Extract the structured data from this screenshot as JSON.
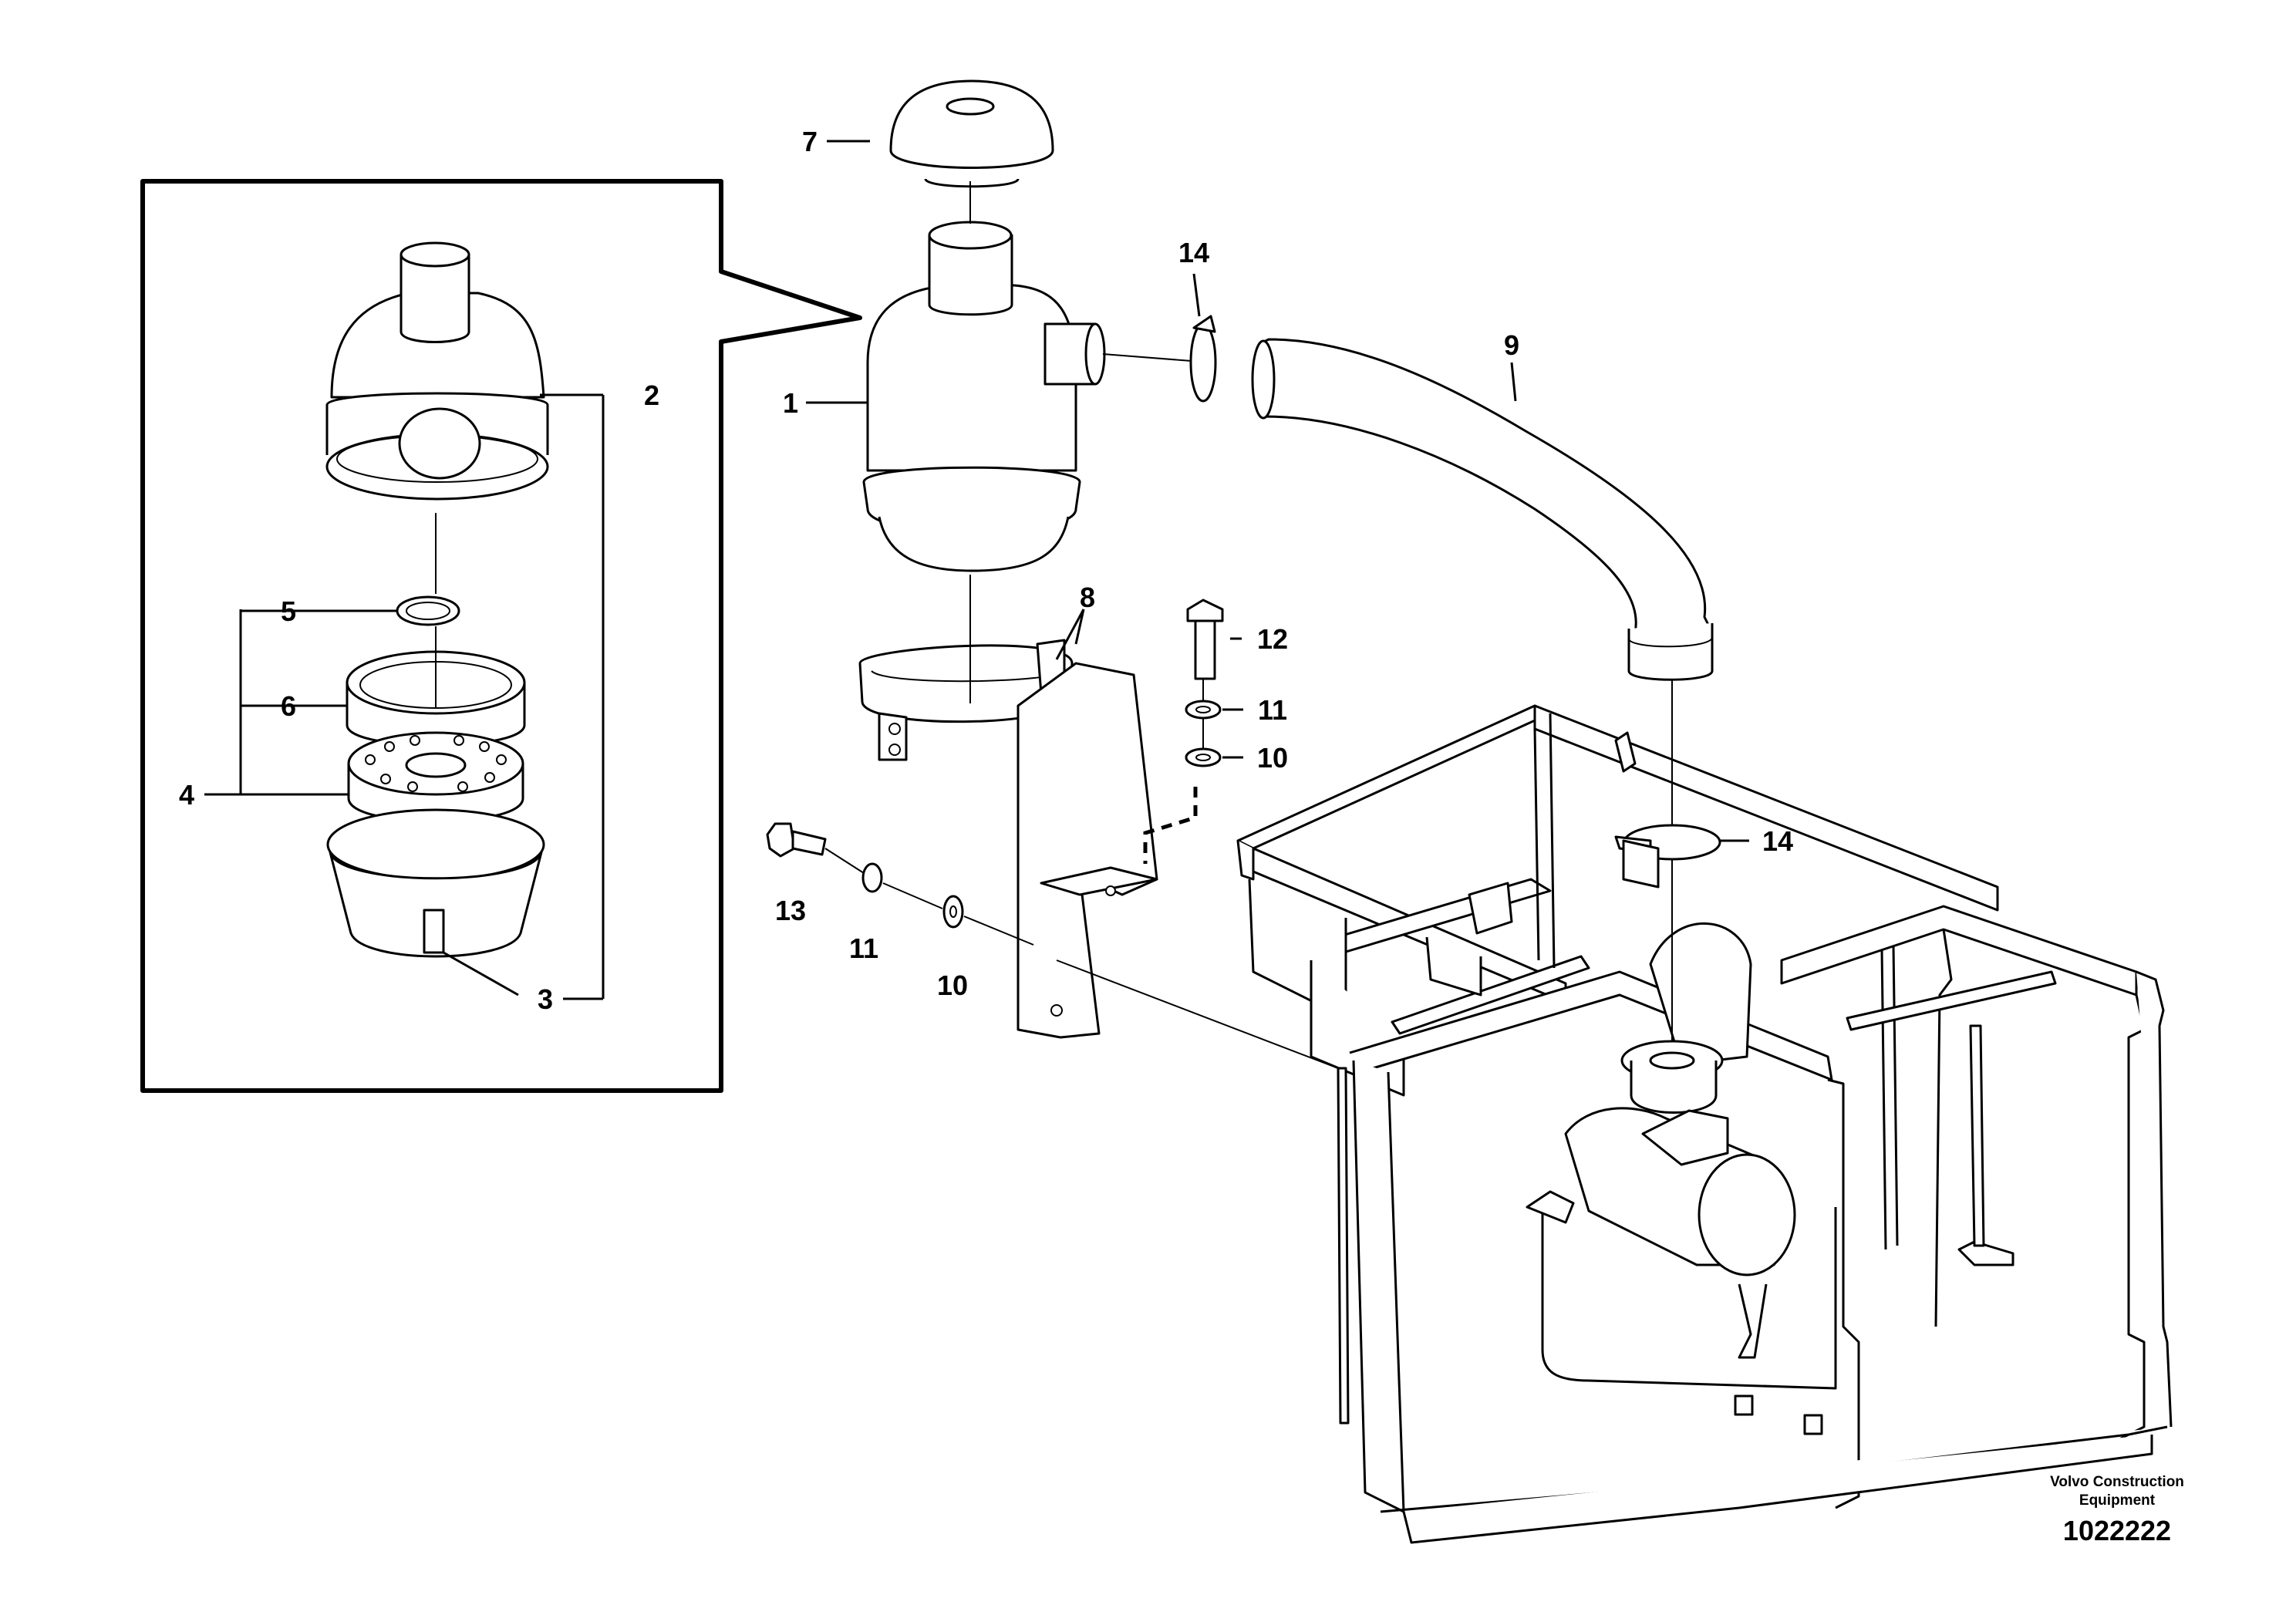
{
  "callouts": [
    {
      "id": "1",
      "label": "1"
    },
    {
      "id": "2",
      "label": "2"
    },
    {
      "id": "3",
      "label": "3"
    },
    {
      "id": "4",
      "label": "4"
    },
    {
      "id": "5",
      "label": "5"
    },
    {
      "id": "6",
      "label": "6"
    },
    {
      "id": "7",
      "label": "7"
    },
    {
      "id": "8",
      "label": "8"
    },
    {
      "id": "9",
      "label": "9"
    },
    {
      "id": "10a",
      "label": "10"
    },
    {
      "id": "10b",
      "label": "10"
    },
    {
      "id": "11a",
      "label": "11"
    },
    {
      "id": "11b",
      "label": "11"
    },
    {
      "id": "12",
      "label": "12"
    },
    {
      "id": "13",
      "label": "13"
    },
    {
      "id": "14a",
      "label": "14"
    },
    {
      "id": "14b",
      "label": "14"
    }
  ],
  "watermark": {
    "brand_line1": "Volvo Construction",
    "brand_line2": "Equipment",
    "document_number": "1022222"
  }
}
